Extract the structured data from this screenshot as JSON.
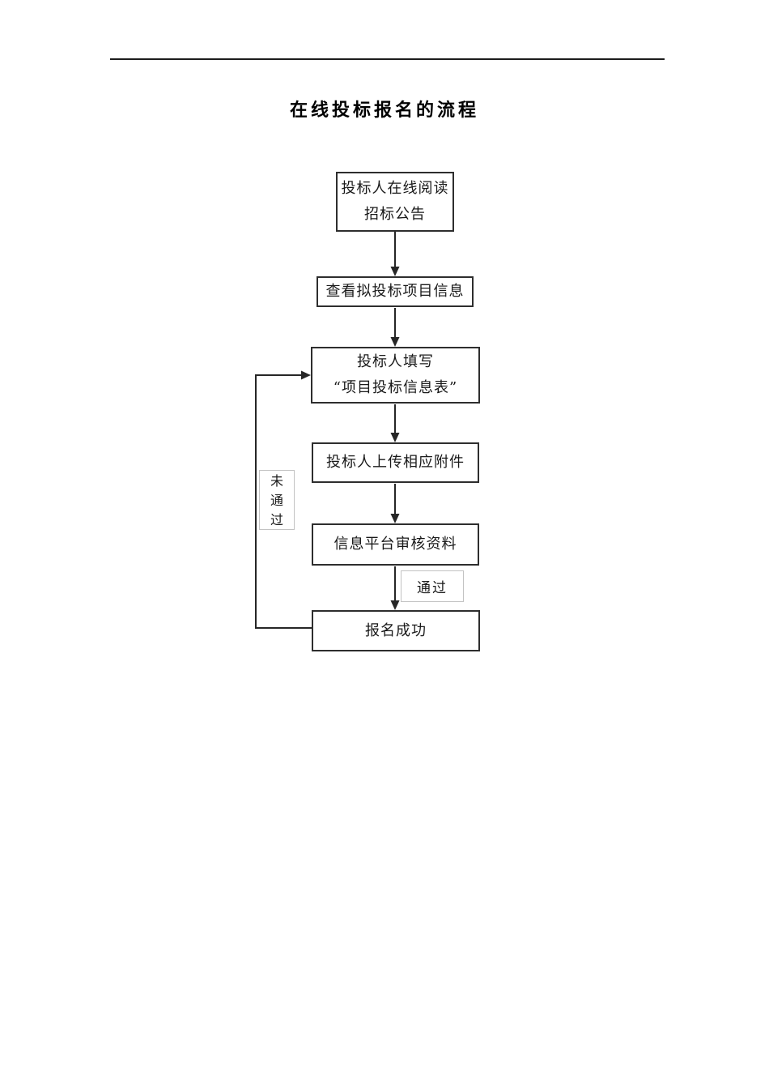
{
  "page": {
    "title": "在线投标报名的流程"
  },
  "flowchart": {
    "nodes": [
      {
        "id": "read-announcement",
        "lines": [
          "投标人在线阅读",
          "招标公告"
        ]
      },
      {
        "id": "view-project-info",
        "lines": [
          "查看拟投标项目信息"
        ]
      },
      {
        "id": "fill-bid-form",
        "lines": [
          "投标人填写",
          "“项目投标信息表”"
        ]
      },
      {
        "id": "upload-attachments",
        "lines": [
          "投标人上传相应附件"
        ]
      },
      {
        "id": "platform-review",
        "lines": [
          "信息平台审核资料"
        ]
      },
      {
        "id": "registration-success",
        "lines": [
          "报名成功"
        ]
      }
    ],
    "labels": {
      "pass": "通过",
      "fail": "未通过"
    },
    "colors": {
      "line": "#262626",
      "box_border": "#2e2e2e",
      "label_border": "#c3c3c3",
      "text": "#191919"
    }
  }
}
